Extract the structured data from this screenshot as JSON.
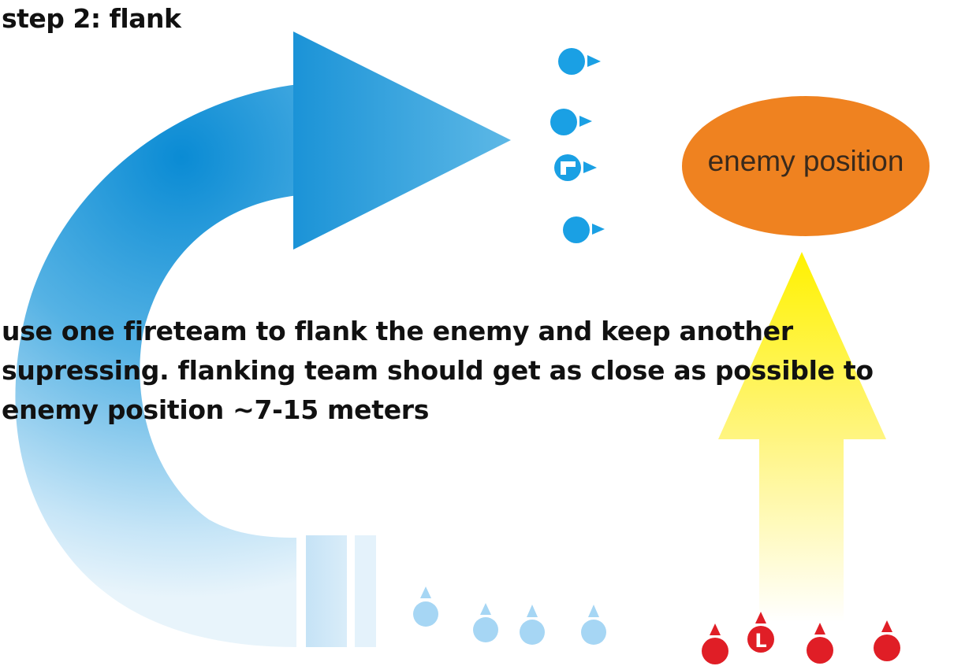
{
  "title": "step 2: flank",
  "instructions": "use one fireteam to flank the enemy and keep another supressing. flanking team should get as close as possible to enemy position ~7-15 meters",
  "enemy": {
    "label": "enemy position",
    "color": "#ef8220"
  },
  "colors": {
    "flank_arrow": "#0d8fd6",
    "flank_team": "#1aa0e4",
    "support_team_light": "#a6d6f4",
    "support_team_red": "#e01e26",
    "advance_arrow": "#fff200"
  },
  "icons": [
    "flank-arrow-icon",
    "advance-arrow-icon",
    "soldier-icon",
    "leader-icon"
  ],
  "units": {
    "flank_team": [
      {
        "role": "rifleman",
        "leader_mark": ""
      },
      {
        "role": "rifleman",
        "leader_mark": ""
      },
      {
        "role": "fireteam-leader",
        "leader_mark": "⌐"
      },
      {
        "role": "rifleman",
        "leader_mark": ""
      }
    ],
    "light_team": [
      {
        "role": "rifleman"
      },
      {
        "role": "rifleman"
      },
      {
        "role": "rifleman"
      },
      {
        "role": "rifleman"
      }
    ],
    "red_team": [
      {
        "role": "rifleman",
        "leader_mark": ""
      },
      {
        "role": "fireteam-leader",
        "leader_mark": "L"
      },
      {
        "role": "rifleman",
        "leader_mark": ""
      },
      {
        "role": "rifleman",
        "leader_mark": ""
      }
    ]
  }
}
